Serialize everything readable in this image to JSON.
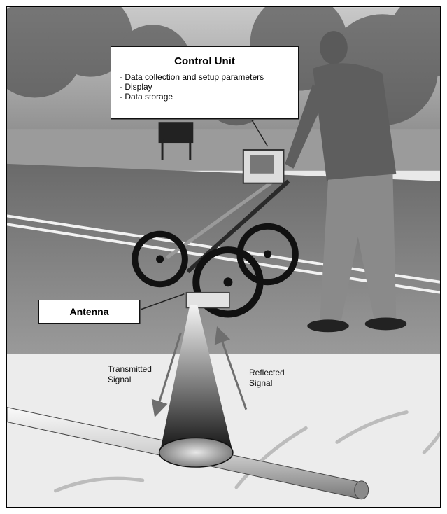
{
  "callouts": {
    "control_unit": {
      "title": "Control Unit",
      "items": [
        "- Data collection and setup parameters",
        "- Display",
        "- Data storage"
      ]
    },
    "antenna": {
      "title": "Antenna"
    }
  },
  "signals": {
    "transmitted": {
      "line1": "Transmitted",
      "line2": "Signal"
    },
    "reflected": {
      "line1": "Reflected",
      "line2": "Signal"
    }
  },
  "colors": {
    "frame": "#000000",
    "callout_bg": "#ffffff",
    "arrow": "#6e6e6e"
  }
}
